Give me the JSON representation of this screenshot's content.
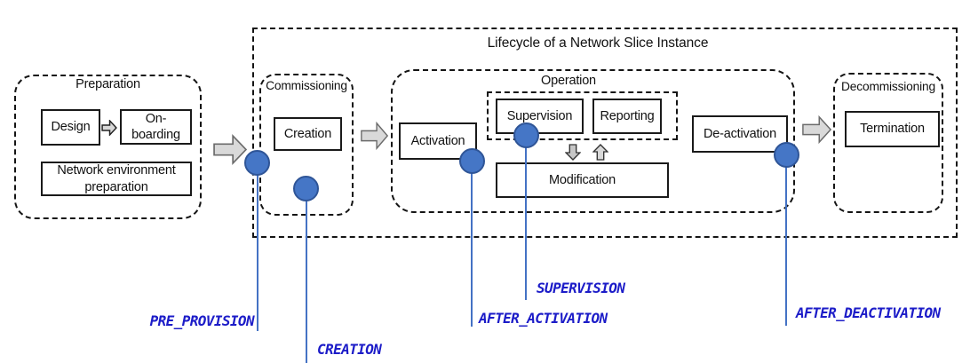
{
  "colors": {
    "dot_fill": "#4576C6",
    "dot_border": "#2F5597",
    "connector_line": "#4472C4",
    "marker_label": "#1C1CC8",
    "arrow_fill": "#D9D9D9",
    "arrow_fill_dark": "#C6C6C6",
    "box_border": "#1A1A1A"
  },
  "lifecycle": {
    "title": "Lifecycle of a Network Slice Instance"
  },
  "phases": {
    "preparation": {
      "title": "Preparation",
      "design": "Design",
      "onboarding": "On-\nboarding",
      "network_env": "Network environment preparation"
    },
    "commissioning": {
      "title": "Commissioning",
      "creation": "Creation"
    },
    "operation": {
      "title": "Operation",
      "activation": "Activation",
      "supervision": "Supervision",
      "reporting": "Reporting",
      "modification": "Modification",
      "deactivation": "De-activation"
    },
    "decommissioning": {
      "title": "Decommissioning",
      "termination": "Termination"
    }
  },
  "markers": [
    {
      "id": "pre_provision",
      "label": "PRE_PROVISION"
    },
    {
      "id": "creation",
      "label": "CREATION"
    },
    {
      "id": "after_activation",
      "label": "AFTER_ACTIVATION"
    },
    {
      "id": "supervision",
      "label": "SUPERVISION"
    },
    {
      "id": "after_deactivation",
      "label": "AFTER_DEACTIVATION"
    }
  ]
}
